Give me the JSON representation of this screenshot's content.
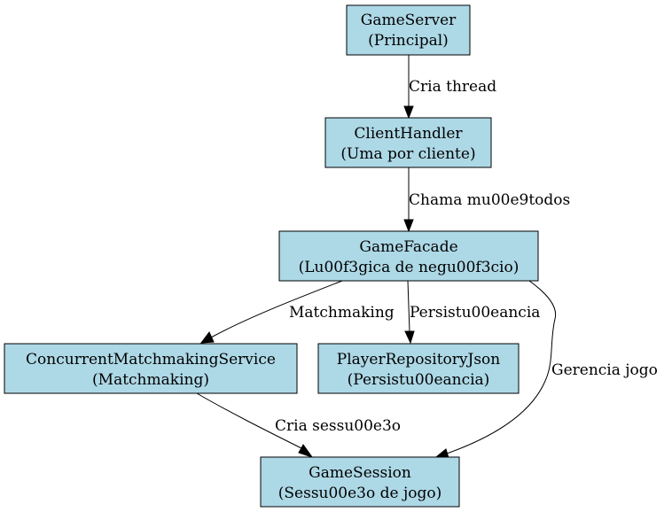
{
  "nodes": {
    "game_server": {
      "line1": "GameServer",
      "line2": "(Principal)"
    },
    "client_handler": {
      "line1": "ClientHandler",
      "line2": "(Uma por cliente)"
    },
    "game_facade": {
      "line1": "GameFacade",
      "line2": "(Lu00f3gica de negu00f3cio)"
    },
    "matchmaking_service": {
      "line1": "ConcurrentMatchmakingService",
      "line2": "(Matchmaking)"
    },
    "player_repository": {
      "line1": "PlayerRepositoryJson",
      "line2": "(Persistu00eancia)"
    },
    "game_session": {
      "line1": "GameSession",
      "line2": "(Sessu00e3o de jogo)"
    }
  },
  "edges": {
    "server_to_handler": "Cria thread",
    "handler_to_facade": "Chama mu00e9todos",
    "facade_to_matchmaking": "Matchmaking",
    "facade_to_repository": "Persistu00eancia",
    "facade_to_session": "Gerencia jogo",
    "matchmaking_to_session": "Cria sessu00e3o"
  },
  "colors": {
    "node_fill": "#add8e6",
    "stroke": "#000000"
  }
}
